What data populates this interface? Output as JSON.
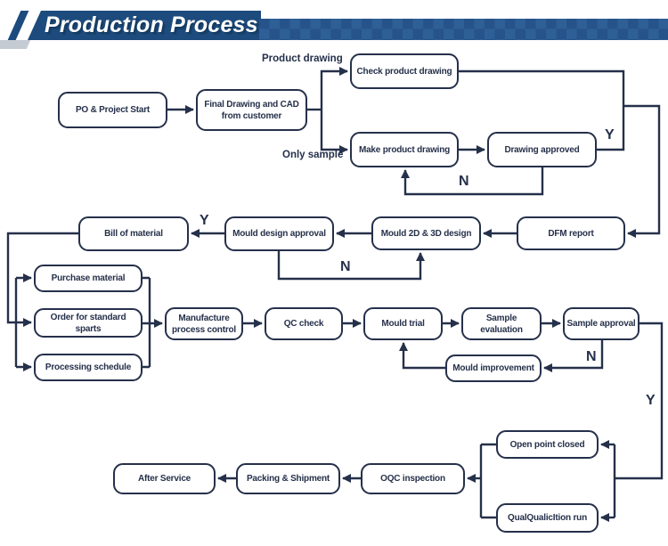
{
  "banner": {
    "title": "Production Process"
  },
  "nodes": {
    "po_start": "PO & Project Start",
    "final_drawing": "Final Drawing and CAD\nfrom customer",
    "check_drawing": "Check product drawing",
    "make_drawing": "Make product drawing",
    "drawing_approved": "Drawing approved",
    "dfm_report": "DFM report",
    "mould_2d3d": "Mould 2D & 3D design",
    "mould_design_approval": "Mould design approval",
    "bill_of_material": "Bill of material",
    "purchase_material": "Purchase material",
    "order_standard": "Order for standard\nsparts",
    "processing_schedule": "Processing schedule",
    "manufacture_control": "Manufacture\nprocess control",
    "qc_check": "QC check",
    "mould_trial": "Mould trial",
    "sample_evaluation": "Sample\nevaluation",
    "sample_approval": "Sample approval",
    "mould_improvement": "Mould improvement",
    "open_point_closed": "Open point closed",
    "qualification_run": "QualQualicItion run",
    "oqc_inspection": "OQC inspection",
    "packing_shipment": "Packing & Shipment",
    "after_service": "After Service"
  },
  "labels": {
    "product_drawing": "Product drawing",
    "only_sample": "Only sample",
    "yes": "Y",
    "no": "N"
  },
  "colors": {
    "line": "#25304a",
    "banner": "#1d4b7d",
    "checker_light": "#2e5f96",
    "checker_dark": "#26538a"
  }
}
